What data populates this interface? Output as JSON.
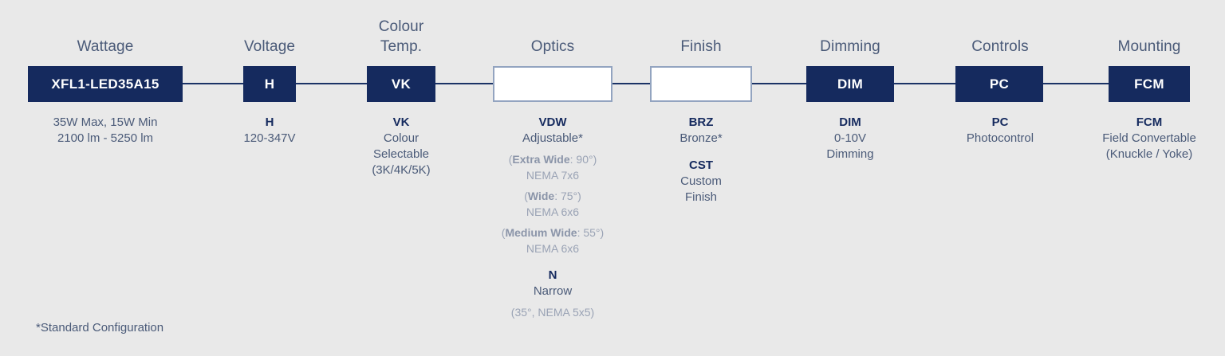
{
  "background_color": "#e9e9e9",
  "accent_navy": "#152a5e",
  "line_color": "#1b3366",
  "text_color": "#4a5a78",
  "muted_color": "#9aa3b5",
  "empty_box_border": "#93a4c0",
  "footnote": "*Standard Configuration",
  "columns": [
    {
      "id": "wattage",
      "header": "Wattage",
      "box_label": "XFL1-LED35A15",
      "box_style": "filled",
      "details": [
        {
          "code": "",
          "desc": "35W Max, 15W Min\n2100 lm  - 5250 lm",
          "subs": []
        }
      ]
    },
    {
      "id": "voltage",
      "header": "Voltage",
      "box_label": "H",
      "box_style": "filled",
      "details": [
        {
          "code": "H",
          "desc": "120-347V",
          "subs": []
        }
      ]
    },
    {
      "id": "colour-temp",
      "header": "Colour\nTemp.",
      "box_label": "VK",
      "box_style": "filled",
      "details": [
        {
          "code": "VK",
          "desc": "Colour\nSelectable\n(3K/4K/5K)",
          "subs": []
        }
      ]
    },
    {
      "id": "optics",
      "header": "Optics",
      "box_label": "",
      "box_style": "empty",
      "details": [
        {
          "code": "VDW",
          "desc": "Adjustable*",
          "subs": [
            {
              "name": "Extra Wide",
              "angle": "90°",
              "nema": "NEMA 7x6"
            },
            {
              "name": "Wide",
              "angle": "75°",
              "nema": "NEMA 6x6"
            },
            {
              "name": "Medium Wide",
              "angle": "55°",
              "nema": "NEMA 6x6"
            }
          ]
        },
        {
          "code": "N",
          "desc": "Narrow",
          "spaced": true,
          "subs": [
            {
              "plain": "(35°, NEMA 5x5)"
            }
          ]
        }
      ]
    },
    {
      "id": "finish",
      "header": "Finish",
      "box_label": "",
      "box_style": "empty",
      "details": [
        {
          "code": "BRZ",
          "desc": "Bronze*",
          "subs": []
        },
        {
          "code": "CST",
          "desc": "Custom\nFinish",
          "subs": []
        }
      ]
    },
    {
      "id": "dimming",
      "header": "Dimming",
      "box_label": "DIM",
      "box_style": "filled",
      "details": [
        {
          "code": "DIM",
          "desc": "0-10V\nDimming",
          "subs": []
        }
      ]
    },
    {
      "id": "controls",
      "header": "Controls",
      "box_label": "PC",
      "box_style": "filled",
      "details": [
        {
          "code": "PC",
          "desc": "Photocontrol",
          "subs": []
        }
      ]
    },
    {
      "id": "mounting",
      "header": "Mounting",
      "box_label": "FCM",
      "box_style": "filled",
      "details": [
        {
          "code": "FCM",
          "desc": "Field Convertable\n(Knuckle / Yoke)",
          "subs": []
        }
      ]
    }
  ]
}
